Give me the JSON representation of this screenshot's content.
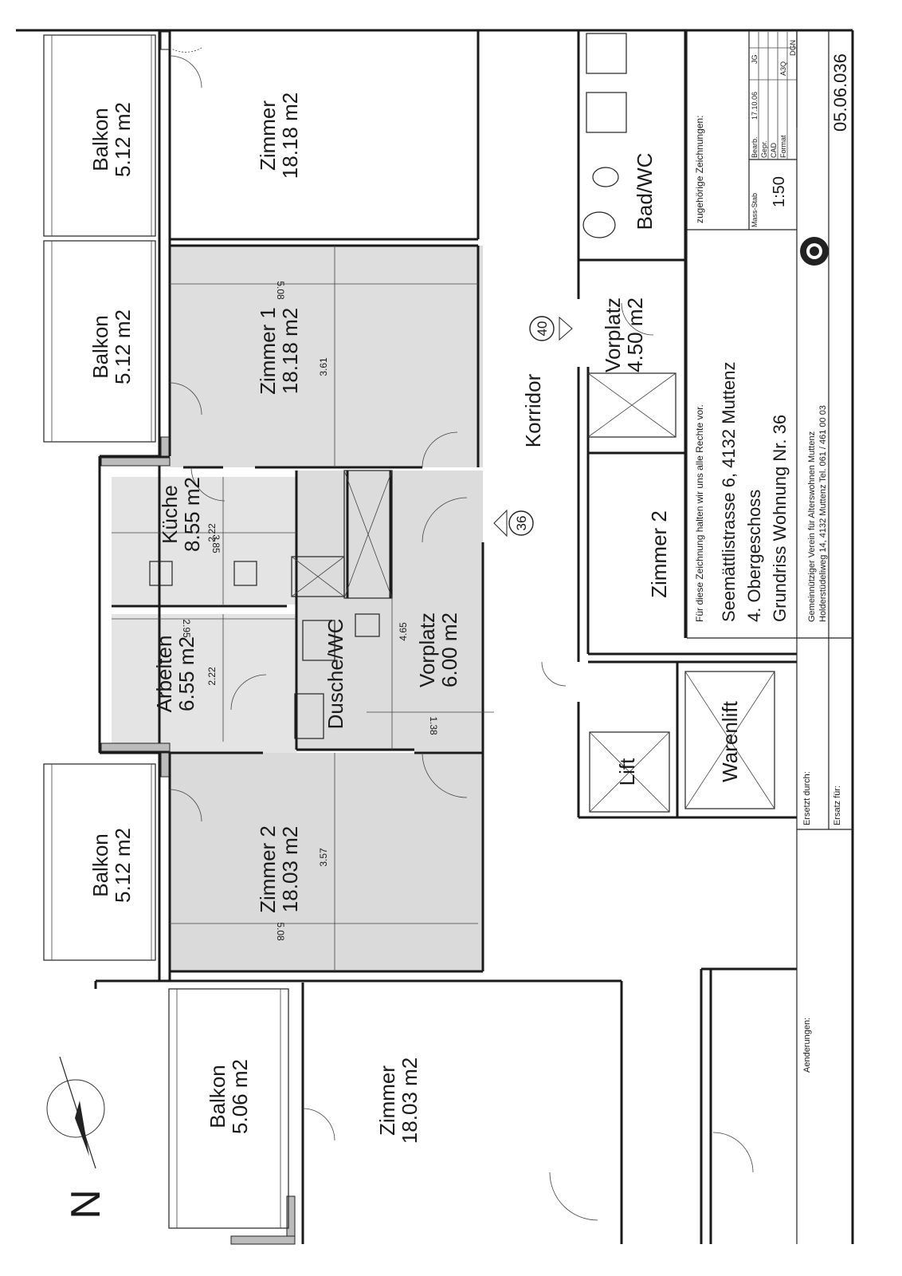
{
  "rooms": {
    "balkon_1": {
      "name": "Balkon",
      "area": "5.12 m2"
    },
    "balkon_2": {
      "name": "Balkon",
      "area": "5.12 m2"
    },
    "balkon_3": {
      "name": "Balkon",
      "area": "5.12 m2"
    },
    "balkon_4": {
      "name": "Balkon",
      "area": "5.06 m2"
    },
    "zimmer_top": {
      "name": "Zimmer",
      "area": "18.18 m2"
    },
    "zimmer_1": {
      "name": "Zimmer 1",
      "area": "18.18 m2"
    },
    "kueche": {
      "name": "Küche",
      "area": "8.55 m2"
    },
    "arbeiten": {
      "name": "Arbeiten",
      "area": "6.55 m2"
    },
    "dusche": {
      "name": "Dusche/WC"
    },
    "vorplatz_36": {
      "name": "Vorplatz",
      "area": "6.00 m2"
    },
    "zimmer_2": {
      "name": "Zimmer 2",
      "area": "18.03 m2"
    },
    "zimmer_bottom": {
      "name": "Zimmer",
      "area": "18.03 m2"
    },
    "korridor": {
      "name": "Korridor"
    },
    "badwc": {
      "name": "Bad/WC"
    },
    "vorplatz_40": {
      "name": "Vorplatz",
      "area": "4.50 m2"
    },
    "zimmer_2_neighbor": {
      "name": "Zimmer 2"
    },
    "lift": {
      "name": "Lift"
    },
    "warenlift": {
      "name": "Warenlift"
    }
  },
  "markers": {
    "unit_36": "36",
    "unit_40": "40"
  },
  "dimensions": {
    "d508_z1": "5.08",
    "d361": "3.61",
    "d222_k": "2.22",
    "d385": "3.85",
    "d295": "2.95",
    "d222_a": "2.22",
    "d465": "4.65",
    "d138": "1.38",
    "d357": "3.57",
    "d508_z2": "5.08"
  },
  "title_block": {
    "rights": "Für diese Zeichnung halten wir uns alle Rechte vor.",
    "related": "zugehörige Zeichnungen:",
    "address": "Seemättlistrasse 6, 4132 Muttenz",
    "floor": "4. Obergeschoss",
    "plan": "Grundriss Wohnung Nr. 36",
    "scale_label": "Mass-Stab",
    "scale": "1:50",
    "bearb_label": "Bearb.",
    "bearb_date": "17.10.06",
    "bearb_initials": "JG",
    "gepr_label": "Gepr.",
    "cad_label": "CAD",
    "format_label": "Format",
    "format_value": "A3Q",
    "dgn": "DGN",
    "owner_line1": "Gemeinnütziger   Verein   für   Alterswohnen   Muttenz",
    "owner_line2": "Holderstüdeliweg 14, 4132 Muttenz   Tel. 061 / 461 00 03",
    "plan_number": "05.06.036",
    "ersetzt_durch": "Ersetzt durch:",
    "ersatz_fuer": "Ersatz für:",
    "aenderungen": "Aenderungen:"
  },
  "north": "N"
}
